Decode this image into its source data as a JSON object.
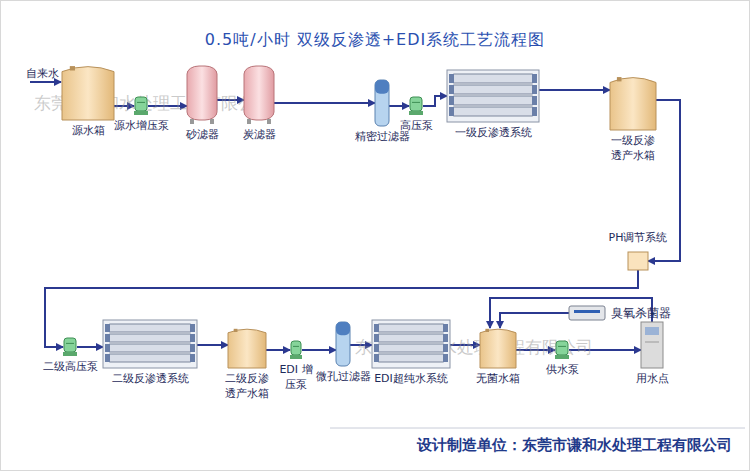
{
  "diagram": {
    "title": "0.5吨/小时 双级反渗透+EDI系统工艺流程图",
    "caption": "设计制造单位：东莞市谦和水处理工程有限公司",
    "nodes": [
      {
        "text": [
          "源水箱"
        ]
      },
      {
        "text": [
          "源水增压泵"
        ]
      },
      {
        "text": [
          "砂滤器"
        ]
      },
      {
        "text": [
          "炭滤器"
        ]
      },
      {
        "text": [
          "精密过滤器"
        ]
      },
      {
        "text": [
          "高压泵"
        ]
      },
      {
        "text": [
          "一级反渗透系统"
        ]
      },
      {
        "text": [
          "一级反渗 透产水箱"
        ]
      },
      {
        "text": [
          "PH调节系统"
        ]
      },
      {
        "text": [
          "二级高压泵"
        ]
      },
      {
        "text": [
          "二级反渗透系统"
        ]
      },
      {
        "text": [
          "二级反渗 透产水箱"
        ]
      },
      {
        "text": [
          "EDI 增压泵"
        ]
      },
      {
        "text": [
          "微孔过滤器"
        ]
      },
      {
        "text": [
          "EDI超纯水系统"
        ]
      },
      {
        "text": [
          "无菌水箱"
        ]
      },
      {
        "text": [
          "供水泵"
        ]
      },
      {
        "text": [
          "用水点"
        ]
      },
      {
        "text": [
          "臭氧杀菌器"
        ]
      }
    ],
    "edges": [
      {
        "from": 0,
        "to": 1,
        "arrow": "to"
      },
      {
        "from": 1,
        "to": 2,
        "arrow": "to"
      },
      {
        "from": 2,
        "to": 3,
        "arrow": "to"
      },
      {
        "from": 3,
        "to": 4,
        "arrow": "to"
      },
      {
        "from": 4,
        "to": 5,
        "arrow": "to"
      },
      {
        "from": 5,
        "to": 6,
        "arrow": "to"
      },
      {
        "from": 6,
        "to": 7,
        "arrow": "to"
      },
      {
        "from": 7,
        "to": 8,
        "arrow": "to"
      },
      {
        "from": 8,
        "to": 9,
        "arrow": "to"
      },
      {
        "from": 9,
        "to": 10,
        "arrow": "to"
      },
      {
        "from": 10,
        "to": 11,
        "arrow": "to"
      },
      {
        "from": 11,
        "to": 12,
        "arrow": "to"
      },
      {
        "from": 12,
        "to": 13,
        "arrow": "to"
      },
      {
        "from": 13,
        "to": 14,
        "arrow": "to"
      },
      {
        "from": 14,
        "to": 15,
        "arrow": "to"
      },
      {
        "from": 15,
        "to": 16,
        "arrow": "to"
      },
      {
        "from": 16,
        "to": 17,
        "arrow": "to"
      },
      {
        "from": 17,
        "to": 15,
        "arrow": "to"
      },
      {
        "from": 18,
        "to": 15,
        "arrow": "to"
      }
    ],
    "labels": [
      "自来水",
      "东莞市谦和水处理工程有限公司",
      "东莞市谦和水处理工程有限公司"
    ]
  }
}
